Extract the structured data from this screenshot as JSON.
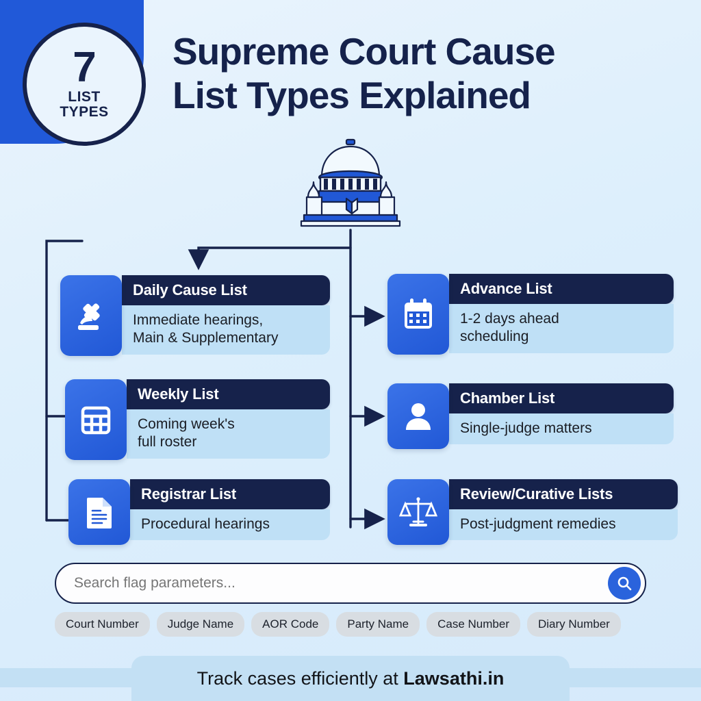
{
  "badge": {
    "number": "7",
    "line1": "LIST",
    "line2": "TYPES"
  },
  "title": {
    "line1": "Supreme Court Cause",
    "line2": "List Types Explained"
  },
  "hero_icon": "supreme-court-building-icon",
  "cards_left": [
    {
      "icon": "gavel-icon",
      "title": "Daily Cause List",
      "desc_line1": "Immediate hearings,",
      "desc_line2": "Main & Supplementary"
    },
    {
      "icon": "table-grid-icon",
      "title": "Weekly List",
      "desc_line1": "Coming week's",
      "desc_line2": "full roster"
    },
    {
      "icon": "document-icon",
      "title": "Registrar List",
      "desc_line1": "Procedural hearings",
      "desc_line2": ""
    }
  ],
  "cards_right": [
    {
      "icon": "calendar-icon",
      "title": "Advance List",
      "desc_line1": "1-2 days ahead",
      "desc_line2": "scheduling"
    },
    {
      "icon": "person-icon",
      "title": "Chamber List",
      "desc_line1": "Single-judge matters",
      "desc_line2": ""
    },
    {
      "icon": "scales-of-justice-icon",
      "title": "Review/Curative Lists",
      "desc_line1": "Post-judgment remedies",
      "desc_line2": ""
    }
  ],
  "search": {
    "placeholder": "Search flag parameters...",
    "value": "",
    "button_icon": "search-icon"
  },
  "chips": [
    "Court Number",
    "Judge Name",
    "AOR Code",
    "Party Name",
    "Case Number",
    "Diary Number"
  ],
  "footer": {
    "prefix": "Track cases efficiently at ",
    "brand": "Lawsathi.in"
  },
  "colors": {
    "background": "#e3f1fc",
    "accent_blue": "#2158d6",
    "navy": "#16224b",
    "card_desc_bg": "#bfe0f6",
    "chip_bg": "#d8dde2",
    "footer_band": "#c3e0f4"
  }
}
